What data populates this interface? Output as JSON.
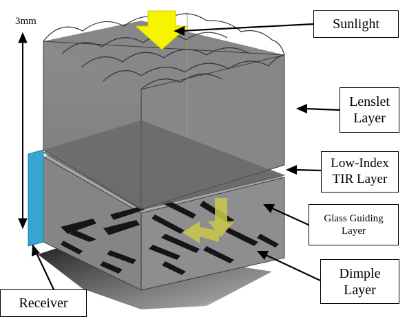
{
  "labels": {
    "sunlight": "Sunlight",
    "lenslet_line1": "Lenslet",
    "lenslet_line2": "Layer",
    "lowindex_line1": "Low-Index",
    "lowindex_line2": "TIR Layer",
    "glass_line1": "Glass Guiding",
    "glass_line2": "Layer",
    "dimple_line1": "Dimple",
    "dimple_line2": "Layer",
    "receiver": "Receiver"
  },
  "dimension": {
    "height_label": "3mm"
  },
  "colors": {
    "lenslet_body": "#7e7e80",
    "glass_block": "#8a8a8c",
    "receiver": "#35a6cf",
    "sun_arrow": "#f5f500",
    "guided_light": "#c9c94a",
    "dimple": "#1a1a1a",
    "shadow": "#2a2a2a"
  }
}
